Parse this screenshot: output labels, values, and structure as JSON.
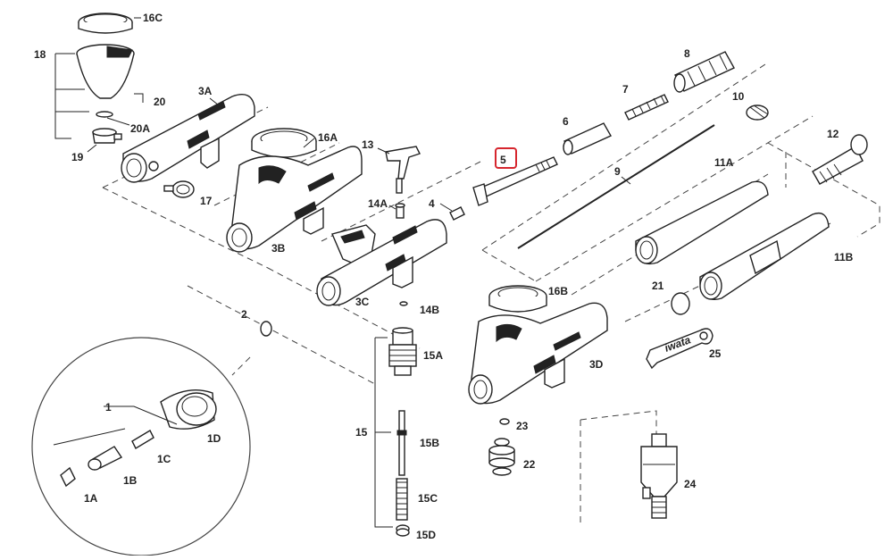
{
  "diagram": {
    "labels": {
      "p1": "1",
      "p1A": "1A",
      "p1B": "1B",
      "p1C": "1C",
      "p1D": "1D",
      "p2": "2",
      "p3A": "3A",
      "p3B": "3B",
      "p3C": "3C",
      "p3D": "3D",
      "p4": "4",
      "p5": "5",
      "p6": "6",
      "p7": "7",
      "p8": "8",
      "p9": "9",
      "p10": "10",
      "p11A": "11A",
      "p11B": "11B",
      "p12": "12",
      "p13": "13",
      "p14A": "14A",
      "p14B": "14B",
      "p15": "15",
      "p15A": "15A",
      "p15B": "15B",
      "p15C": "15C",
      "p15D": "15D",
      "p16A": "16A",
      "p16B": "16B",
      "p16C": "16C",
      "p17": "17",
      "p18": "18",
      "p19": "19",
      "p20": "20",
      "p20A": "20A",
      "p21": "21",
      "p22": "22",
      "p23": "23",
      "p24": "24",
      "p25": "25"
    },
    "wrench_brand": "iwata",
    "highlighted_part": "5",
    "highlight_color": "#d6262e"
  }
}
